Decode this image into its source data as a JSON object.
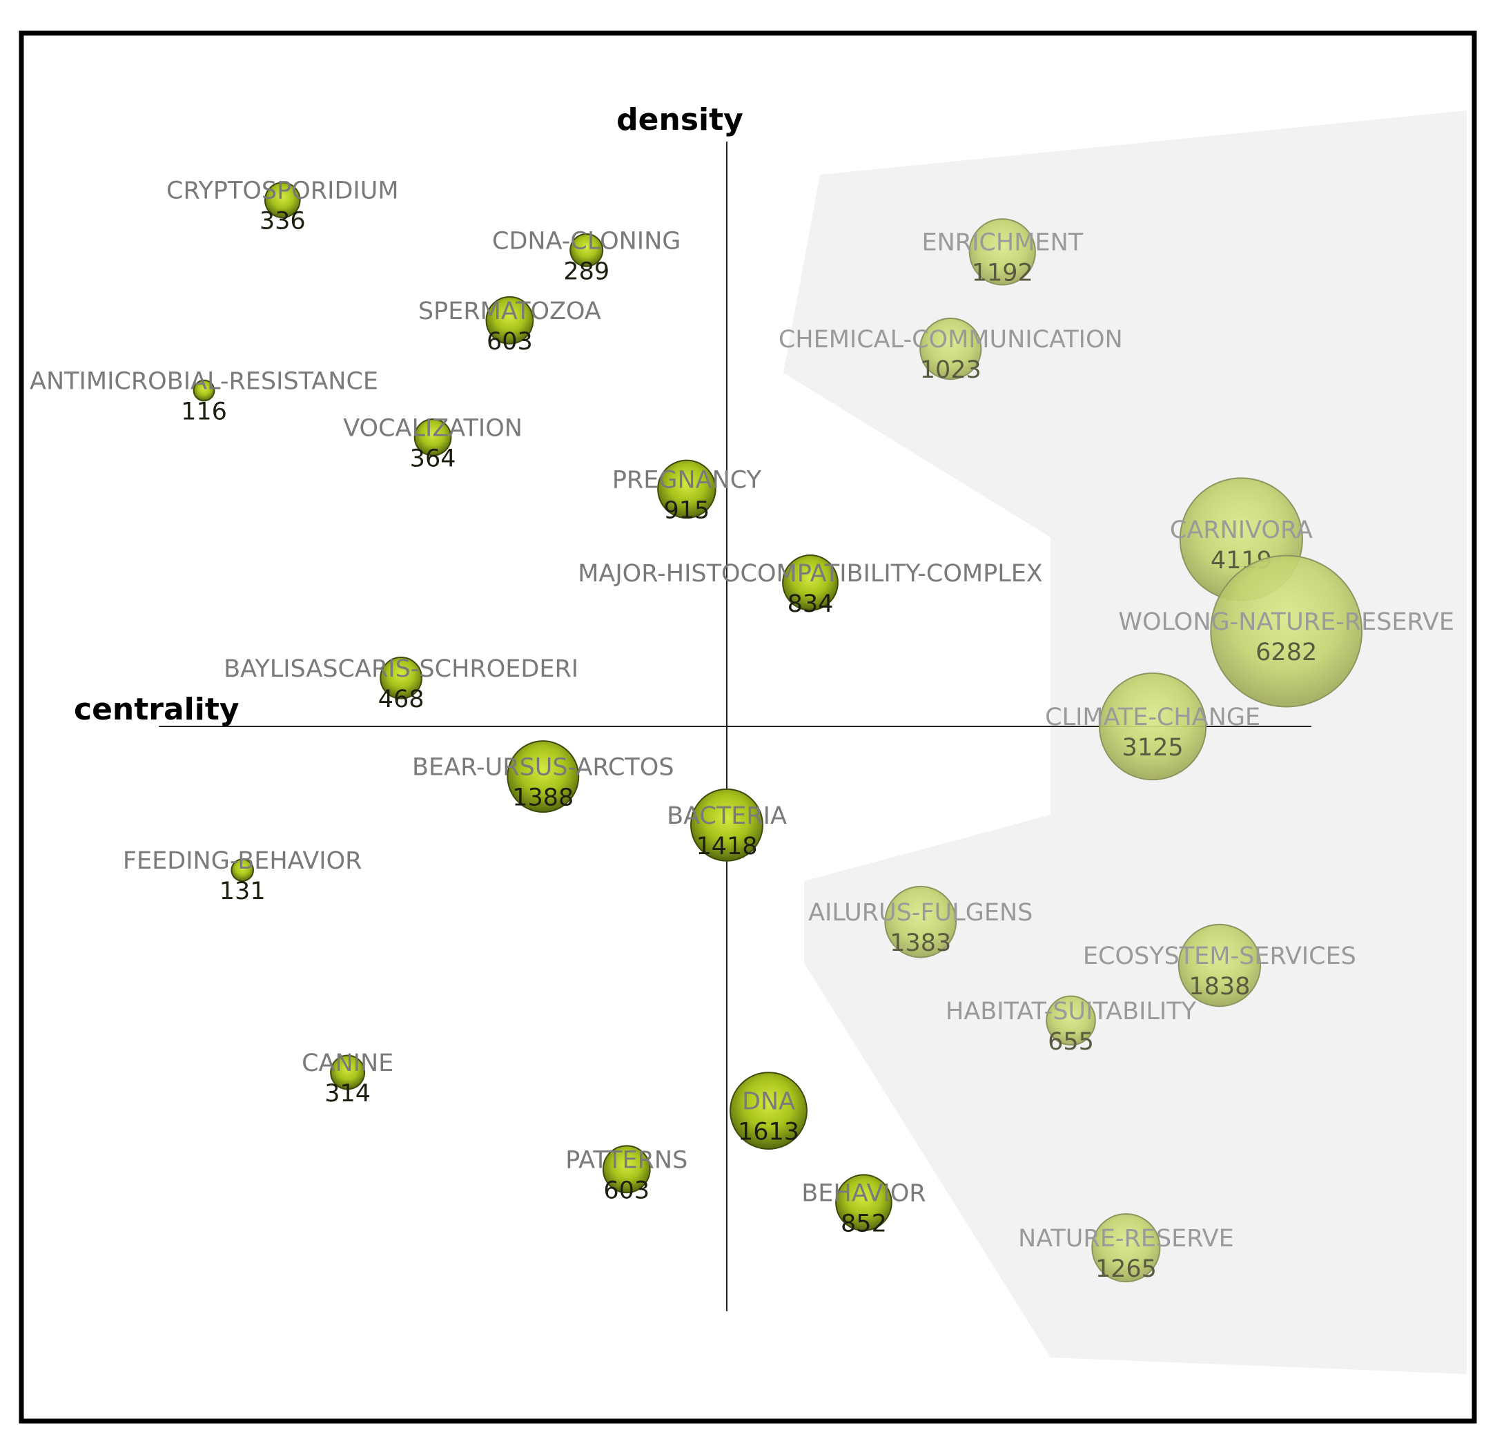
{
  "colors": {
    "bubble_main": "#b9d422",
    "bubble_main_edge": "#3d4c0a",
    "bubble_faded": "#cddb78",
    "bubble_faded_edge": "#8e9660",
    "region_fill": "#f2f2f2",
    "frame": "#000000",
    "axis_line": "#222222"
  },
  "chart_data": {
    "type": "scatter",
    "xlabel": "centrality",
    "ylabel": "density",
    "x_axis_extent": [
      -34,
      35
    ],
    "y_axis_extent": [
      -35,
      35
    ],
    "grid": false,
    "points": [
      {
        "label": "CRYPTOSPORIDIUM",
        "value": 336,
        "x": -26.6,
        "y": 31.5,
        "group": "main"
      },
      {
        "label": "CDNA-CLONING",
        "value": 289,
        "x": -8.4,
        "y": 28.5,
        "group": "main"
      },
      {
        "label": "SPERMATOZOA",
        "value": 603,
        "x": -13,
        "y": 24.3,
        "group": "main"
      },
      {
        "label": "ANTIMICROBIAL-RESISTANCE",
        "value": 116,
        "x": -31.3,
        "y": 20.1,
        "group": "main"
      },
      {
        "label": "VOCALIZATION",
        "value": 364,
        "x": -17.6,
        "y": 17.3,
        "group": "main"
      },
      {
        "label": "PREGNANCY",
        "value": 915,
        "x": -2.4,
        "y": 14.2,
        "group": "main"
      },
      {
        "label": "MAJOR-HISTOCOMPATIBILITY-COMPLEX",
        "value": 834,
        "x": 5,
        "y": 8.6,
        "group": "main"
      },
      {
        "label": "BAYLISASCARIS-SCHROEDERI",
        "value": 468,
        "x": -19.5,
        "y": 2.9,
        "group": "main"
      },
      {
        "label": "BEAR-URSUS-ARCTOS",
        "value": 1388,
        "x": -11,
        "y": -3,
        "group": "main"
      },
      {
        "label": "BACTERIA",
        "value": 1418,
        "x": 0,
        "y": -5.9,
        "group": "main"
      },
      {
        "label": "FEEDING-BEHAVIOR",
        "value": 131,
        "x": -29,
        "y": -8.6,
        "group": "main"
      },
      {
        "label": "CANINE",
        "value": 314,
        "x": -22.7,
        "y": -20.7,
        "group": "main"
      },
      {
        "label": "DNA",
        "value": 1613,
        "x": 2.5,
        "y": -23,
        "group": "main"
      },
      {
        "label": "PATTERNS",
        "value": 603,
        "x": -6,
        "y": -26.5,
        "group": "main"
      },
      {
        "label": "BEHAVIOR",
        "value": 852,
        "x": 8.2,
        "y": -28.5,
        "group": "main"
      },
      {
        "label": "ENRICHMENT",
        "value": 1192,
        "x": 16.5,
        "y": 28.4,
        "group": "faded"
      },
      {
        "label": "CHEMICAL-COMMUNICATION",
        "value": 1023,
        "x": 13.4,
        "y": 22.6,
        "group": "faded"
      },
      {
        "label": "CARNIVORA",
        "value": 4119,
        "x": 30.8,
        "y": 11.2,
        "group": "faded"
      },
      {
        "label": "WOLONG-NATURE-RESERVE",
        "value": 6282,
        "x": 33.5,
        "y": 5.7,
        "group": "faded"
      },
      {
        "label": "CLIMATE-CHANGE",
        "value": 3125,
        "x": 25.5,
        "y": 0,
        "group": "faded"
      },
      {
        "label": "AILURUS-FULGENS",
        "value": 1383,
        "x": 11.6,
        "y": -11.7,
        "group": "faded"
      },
      {
        "label": "ECOSYSTEM-SERVICES",
        "value": 1838,
        "x": 29.5,
        "y": -14.3,
        "group": "faded"
      },
      {
        "label": "HABITAT-SUITABILITY",
        "value": 655,
        "x": 20.6,
        "y": -17.6,
        "group": "faded"
      },
      {
        "label": "NATURE-RESERVE",
        "value": 1265,
        "x": 23.9,
        "y": -31.2,
        "group": "faded"
      }
    ]
  }
}
